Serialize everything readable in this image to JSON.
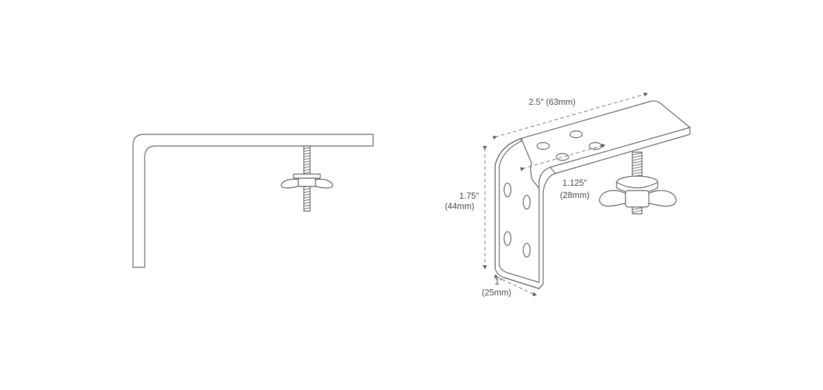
{
  "dimensions": {
    "length_label": "2.5\" (63mm)",
    "height_label_1": "1.75\"",
    "height_label_2": "(44mm)",
    "spacing_label_1": "1.125\"",
    "spacing_label_2": "(28mm)",
    "width_label_1": "1\"",
    "width_label_2": "(25mm)"
  },
  "colors": {
    "line": "#5a5a5a",
    "text": "#4a4a4a",
    "background": "#ffffff"
  },
  "icons": [
    "bracket-side-view",
    "bracket-3d-view",
    "wing-nut-icon",
    "threaded-bolt-icon"
  ]
}
